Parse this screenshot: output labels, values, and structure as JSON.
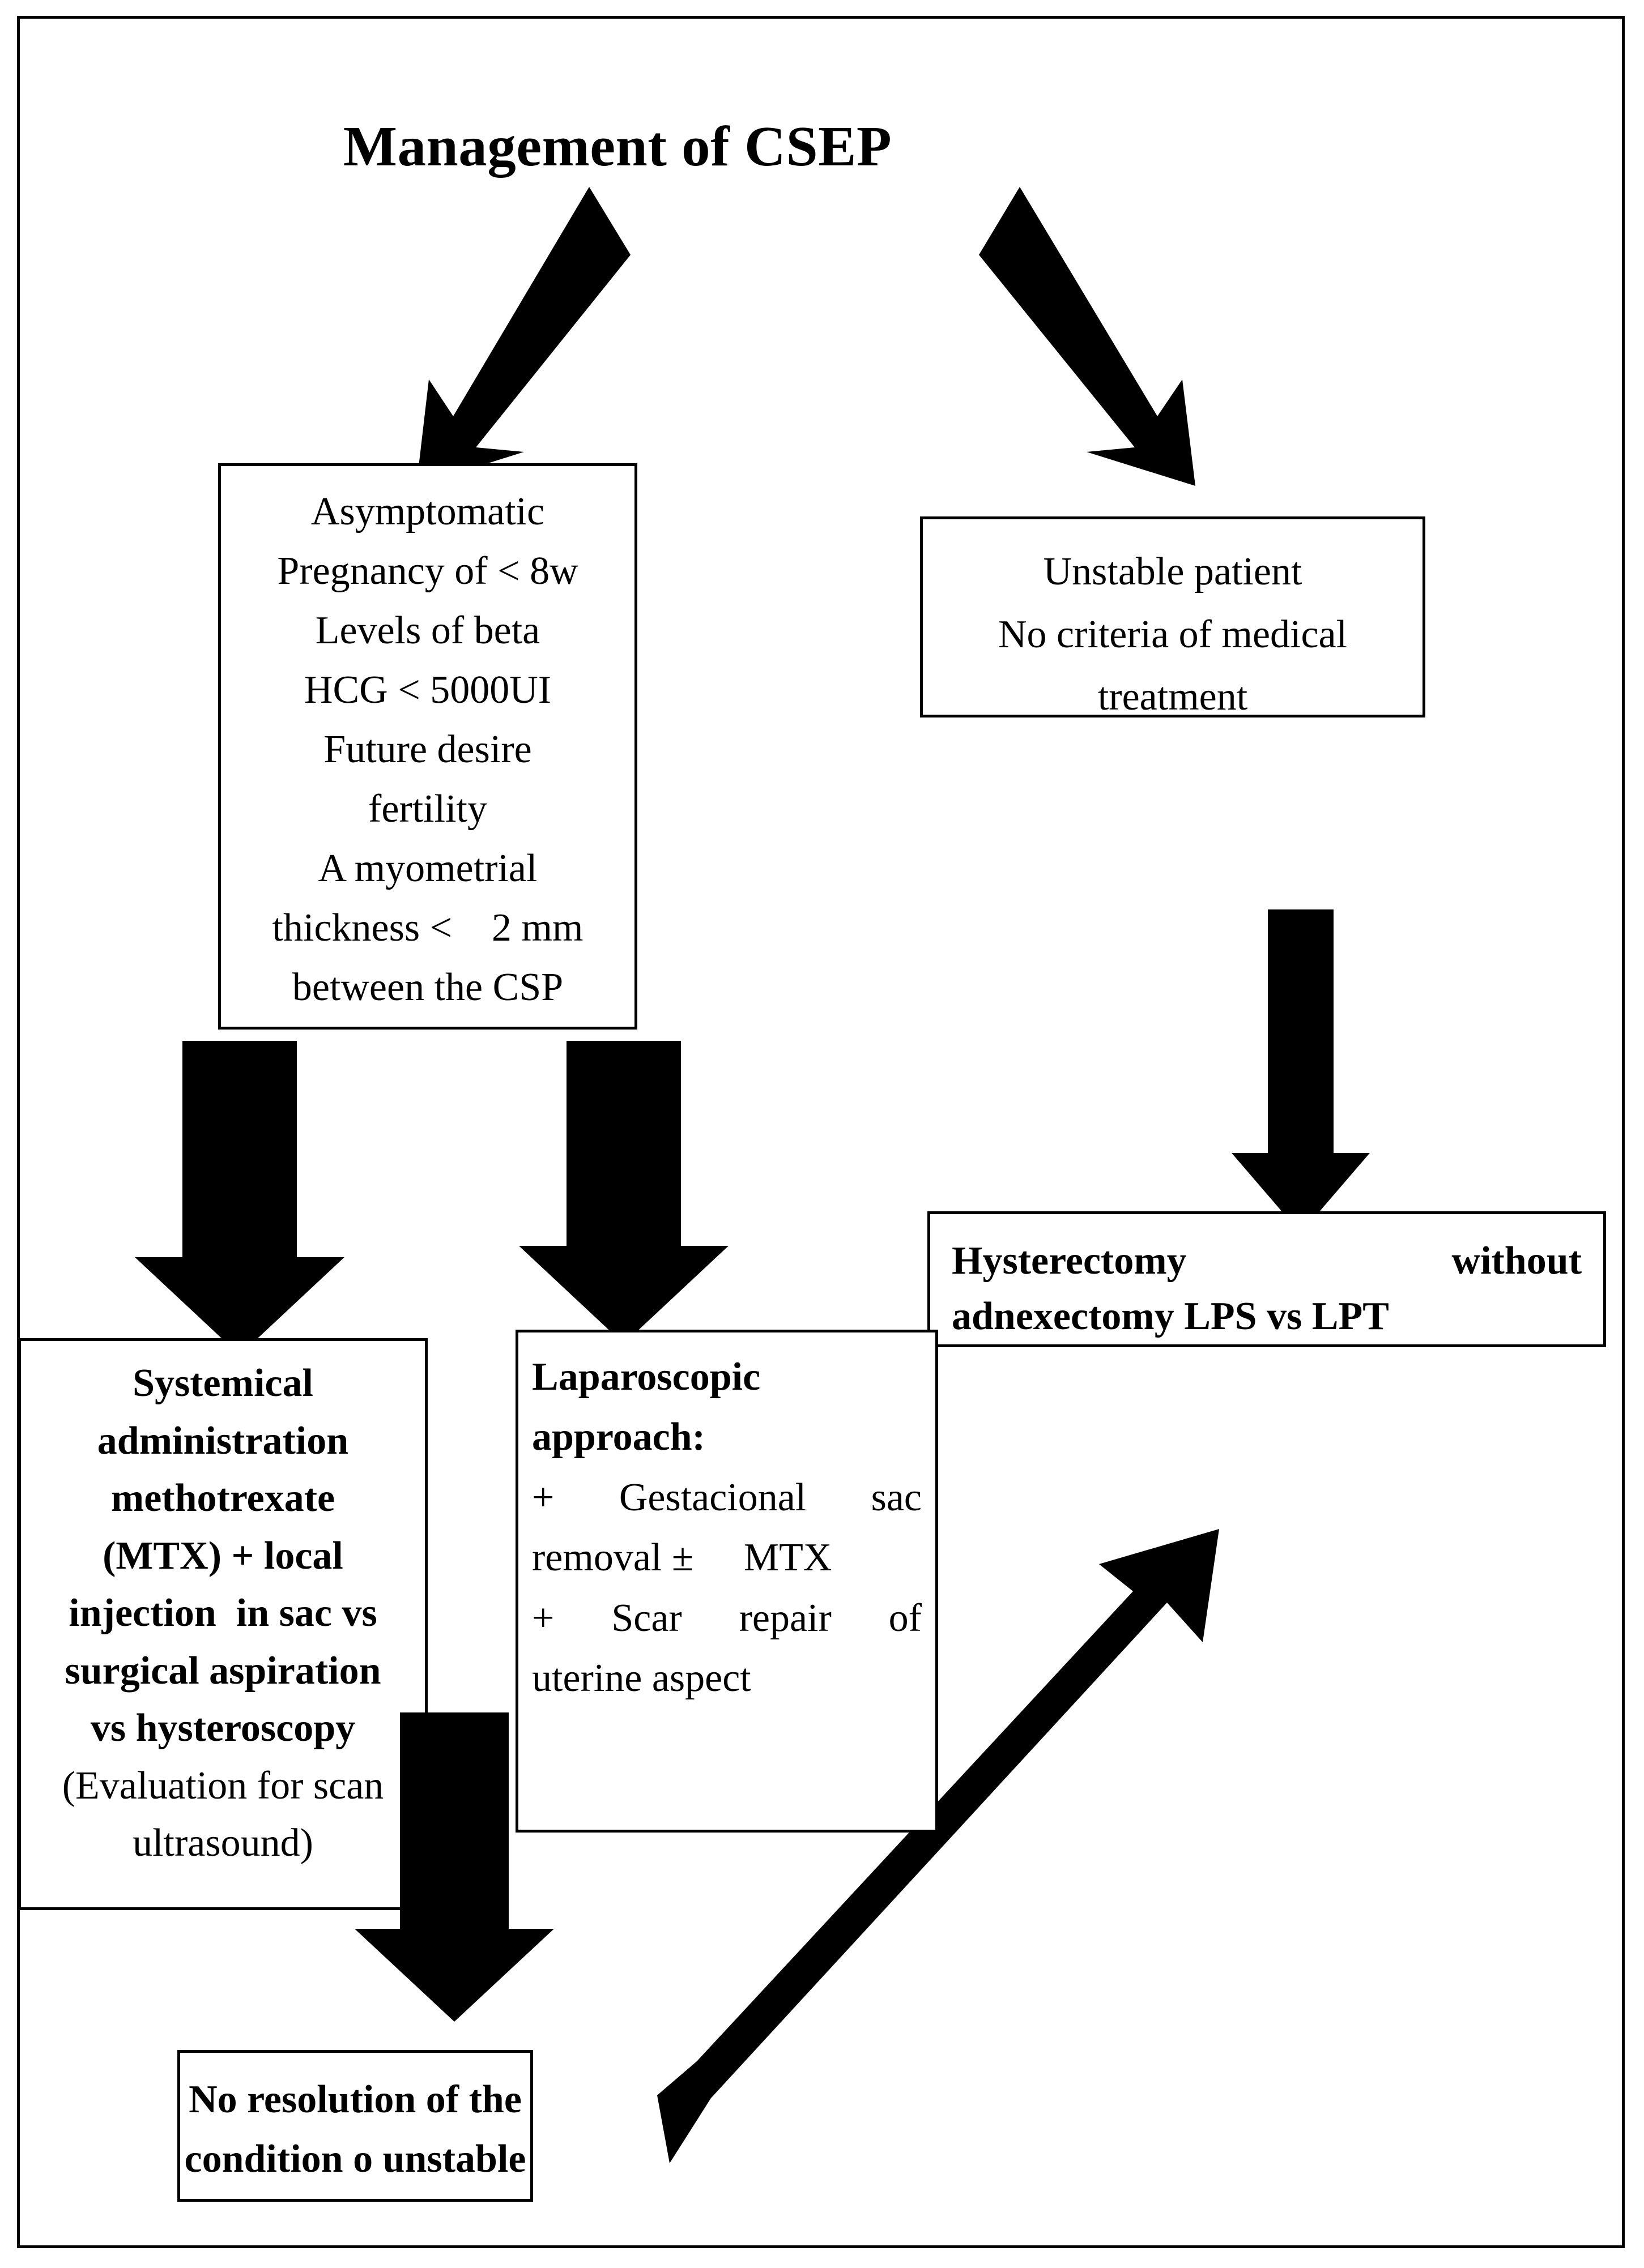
{
  "diagram": {
    "title": "Management of CSEP",
    "type": "flowchart",
    "accent_color": "#000000",
    "background_color": "#ffffff",
    "nodes": {
      "criteria": {
        "name": "criteria-box",
        "lines": [
          "Asymptomatic",
          "Pregnancy of < 8w",
          "Levels of beta",
          "HCG < 5000UI",
          "Future desire",
          "fertility",
          "A myometrial",
          "thickness <    2 mm",
          "between the CSP"
        ]
      },
      "unstable": {
        "name": "unstable-patient-box",
        "lines": [
          "Unstable patient",
          "No criteria of medical",
          "treatment"
        ]
      },
      "hysterectomy": {
        "name": "hysterectomy-box",
        "line1_left": "Hysterectomy",
        "line1_right": "without",
        "line2": "adnexectomy LPS vs LPT"
      },
      "mtx": {
        "name": "mtx-box",
        "lines_bold": [
          "Systemical",
          "administration",
          "methotrexate",
          "(MTX) + local",
          "injection  in sac vs",
          "surgical aspiration",
          "vs hysteroscopy"
        ],
        "lines_regular": [
          "(Evaluation for scan",
          "ultrasound)"
        ]
      },
      "laparoscopic": {
        "name": "laparoscopic-box",
        "heading_line1": "Laparoscopic",
        "heading_line2": "approach:",
        "item1_a": "+",
        "item1_b": "Gestacional",
        "item1_c": "sac",
        "item2_a": "removal ±",
        "item2_b": "MTX",
        "item3_a": "+",
        "item3_b": "Scar",
        "item3_c": "repair",
        "item3_d": "of",
        "item4": "uterine aspect"
      },
      "noresolution": {
        "name": "no-resolution-box",
        "lines": [
          "No resolution of the",
          "condition o unstable"
        ]
      }
    },
    "edges": [
      {
        "name": "title-to-criteria",
        "from": "title",
        "to": "criteria",
        "style": "thick-diagonal-down-left"
      },
      {
        "name": "title-to-unstable",
        "from": "title",
        "to": "unstable",
        "style": "thick-diagonal-down-right"
      },
      {
        "name": "criteria-to-mtx",
        "from": "criteria",
        "to": "mtx",
        "style": "block-arrow-down"
      },
      {
        "name": "criteria-to-laparoscopic",
        "from": "criteria",
        "to": "laparoscopic",
        "style": "block-arrow-down"
      },
      {
        "name": "unstable-to-hysterectomy",
        "from": "unstable",
        "to": "hysterectomy",
        "style": "block-arrow-down"
      },
      {
        "name": "mtx-to-noresolution",
        "from": "mtx",
        "to": "noresolution",
        "style": "block-arrow-down"
      },
      {
        "name": "noresolution-to-hysterectomy",
        "from": "noresolution",
        "to": "hysterectomy",
        "style": "thick-diagonal-up-right"
      }
    ]
  }
}
